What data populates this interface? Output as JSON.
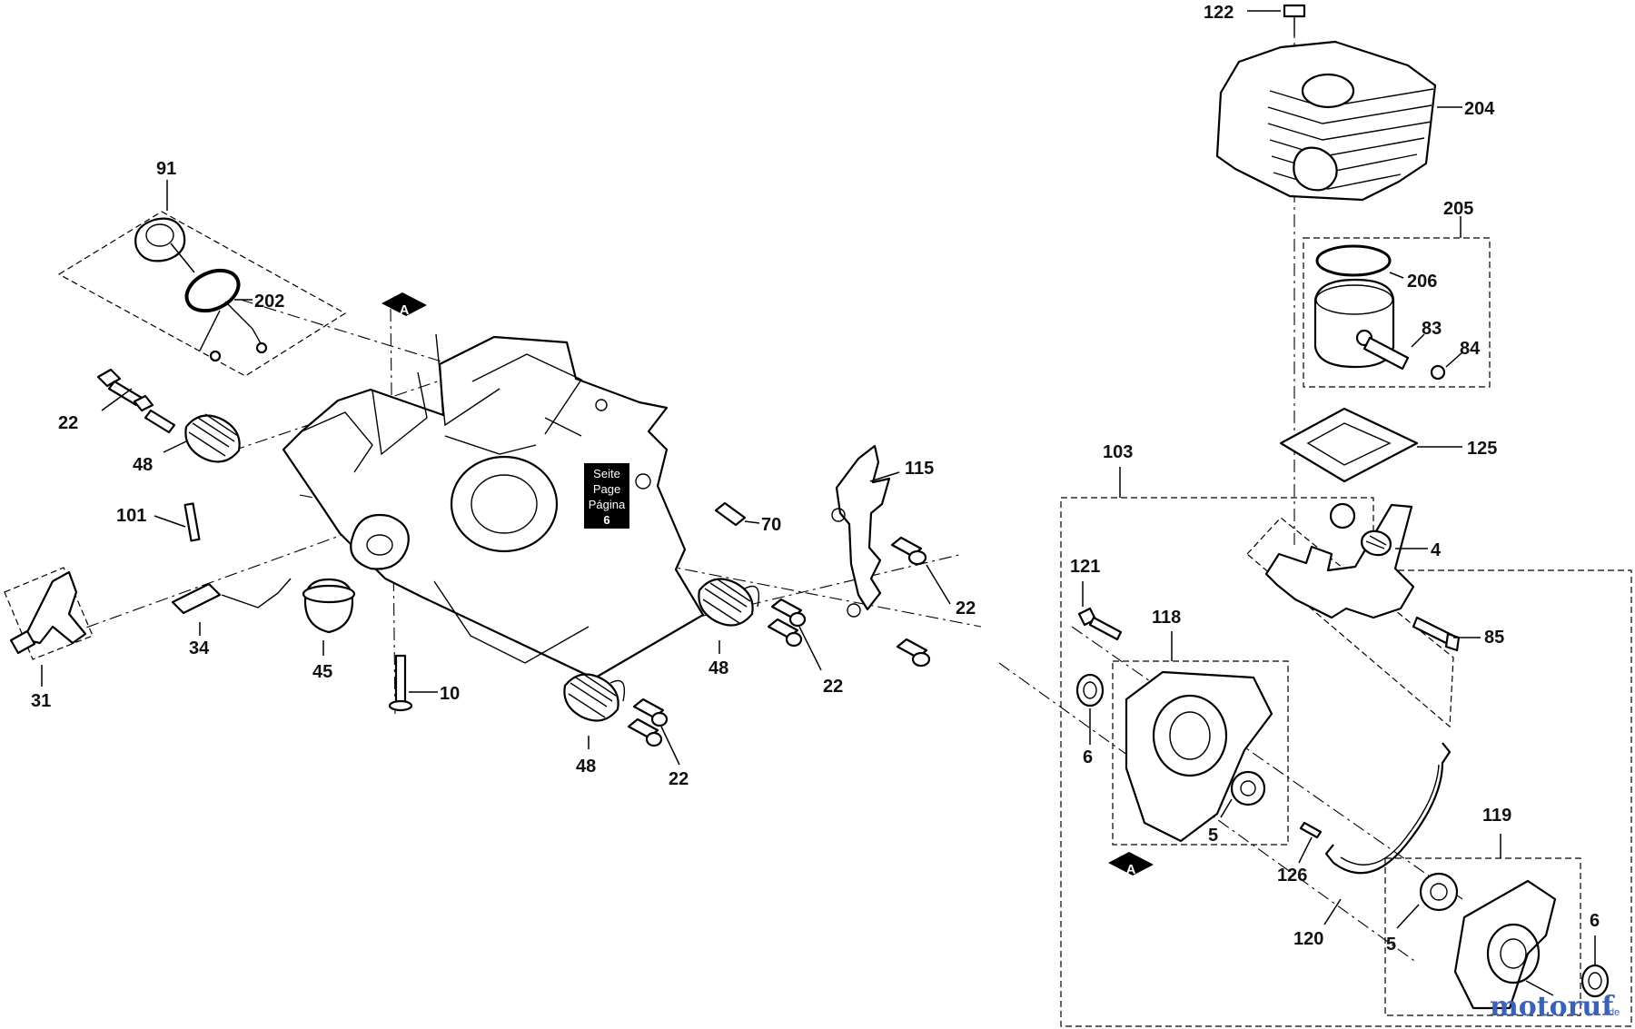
{
  "callouts": {
    "p122": "122",
    "p204": "204",
    "p205": "205",
    "p206": "206",
    "p83": "83",
    "p84": "84",
    "p125": "125",
    "p103": "103",
    "p4": "4",
    "p121": "121",
    "p118": "118",
    "p85": "85",
    "p6a": "6",
    "p5a": "5",
    "p126": "126",
    "p119": "119",
    "p120": "120",
    "p5b": "5",
    "p6b": "6",
    "p91": "91",
    "p202": "202",
    "p22a": "22",
    "p48a": "48",
    "p101": "101",
    "p34": "34",
    "p45": "45",
    "p31": "31",
    "p10": "10",
    "p70": "70",
    "p115": "115",
    "p22b": "22",
    "p48b": "48",
    "p22c": "22",
    "p48c": "48",
    "p22d": "22"
  },
  "reference_marks": {
    "a_top": "A",
    "a_bottom": "A"
  },
  "page_ref": {
    "line1": "Seite",
    "line2": "Page",
    "line3": "Página",
    "line4": "6"
  },
  "watermark": {
    "brand": "motoruf",
    "suffix": ".de"
  },
  "colors": {
    "ink": "#000000",
    "paper": "#ffffff",
    "watermark": "#3a63b8"
  }
}
